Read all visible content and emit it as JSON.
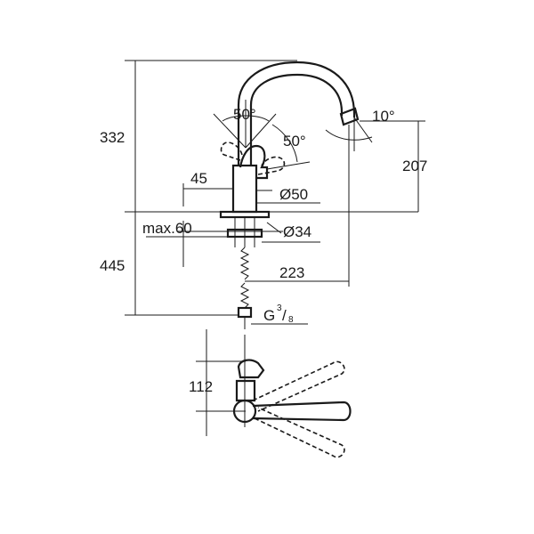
{
  "dimensions": {
    "total_height": "332",
    "spout_height": "207",
    "spout_tilt": "10°",
    "lever_angle_left": "50°",
    "lever_angle_right": "50°",
    "lever_offset": "45",
    "body_diameter": "Ø50",
    "max_deck_thickness": "max.60",
    "hole_diameter": "Ø34",
    "hose_length": "445",
    "spout_reach": "223",
    "connection_prefix": "G",
    "connection_numerator": "3",
    "connection_denominator": "8",
    "plan_depth": "112"
  }
}
